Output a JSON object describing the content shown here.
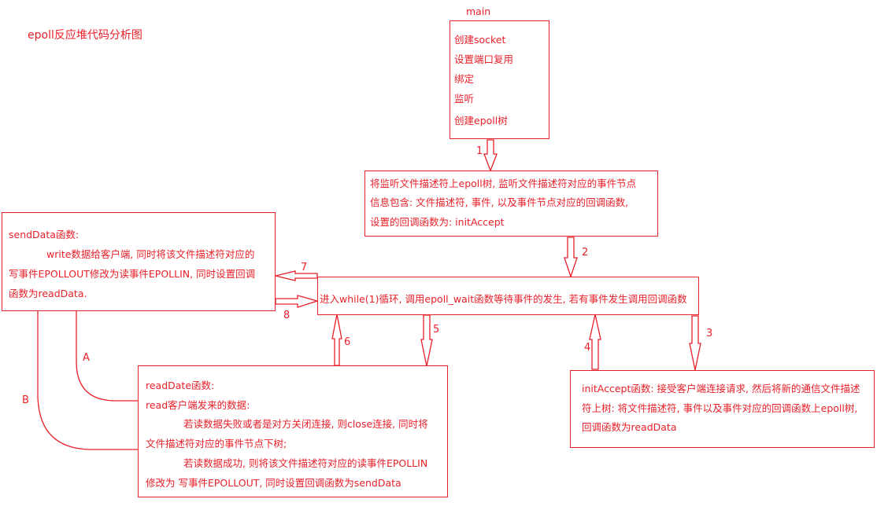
{
  "title": "epoll反应堆代码分析图",
  "colors": {
    "accent": "#e8202a",
    "background": "#ffffff"
  },
  "main_box": {
    "label": "main",
    "lines": [
      "创建socket",
      "设置端口复用",
      "绑定",
      "监听",
      "创建epoll树"
    ]
  },
  "listen_box": {
    "lines": [
      "将监听文件描述符上epoll树, 监听文件描述符对应的事件节点",
      "信息包含: 文件描述符, 事件, 以及事件节点对应的回调函数,",
      "设置的回调函数为: initAccept"
    ]
  },
  "loop_box": {
    "text": "进入while(1)循环, 调用epoll_wait函数等待事件的发生, 若有事件发生调用回调函数"
  },
  "send_box": {
    "lines": [
      "sendData函数:",
      "write数据给客户端, 同时将该文件描述符对应的",
      "写事件EPOLLOUT修改为读事件EPOLLIN, 同时设置回调",
      "函数为readData."
    ]
  },
  "read_box": {
    "lines": [
      "readDate函数:",
      "read客户端发来的数据:",
      "若读数据失败或者是对方关闭连接, 则close连接, 同时将",
      "文件描述符对应的事件节点下树;",
      "若读数据成功, 则将该文件描述符对应的读事件EPOLLIN",
      "修改为 写事件EPOLLOUT, 同时设置回调函数为sendData"
    ]
  },
  "accept_box": {
    "lines": [
      "initAccept函数: 接受客户端连接请求, 然后将新的通信文件描述",
      "符上树: 将文件描述符, 事件以及事件对应的回调函数上epoll树,",
      "回调函数为readData"
    ]
  },
  "arrows": {
    "a1": "1",
    "a2": "2",
    "a3": "3",
    "a4": "4",
    "a5": "5",
    "a6": "6",
    "a7": "7",
    "a8": "8"
  },
  "connectors": {
    "A": "A",
    "B": "B"
  }
}
